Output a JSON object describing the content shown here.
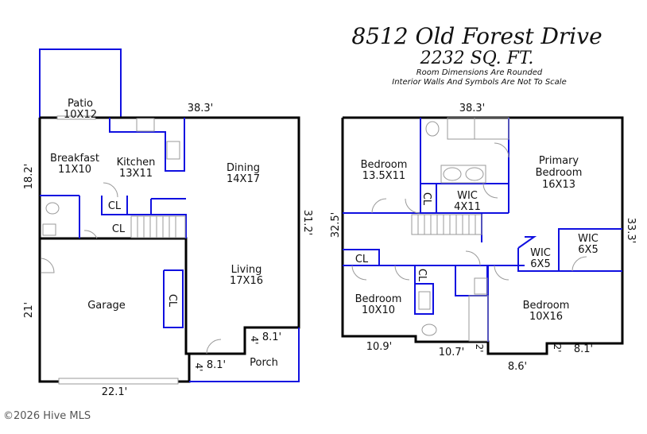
{
  "header": {
    "address": "8512 Old Forest Drive",
    "sqft": "2232 SQ. FT.",
    "note1": "Room Dimensions Are Rounded",
    "note2": "Interior Walls And Symbols Are Not To Scale"
  },
  "first_floor": {
    "rooms": [
      {
        "name": "Patio",
        "size": "10X12"
      },
      {
        "name": "Breakfast",
        "size": "11X10"
      },
      {
        "name": "Kitchen",
        "size": "13X11"
      },
      {
        "name": "Dining",
        "size": "14X17"
      },
      {
        "name": "Living",
        "size": "17X16"
      },
      {
        "name": "Garage",
        "size": ""
      },
      {
        "name": "Porch",
        "size": ""
      }
    ],
    "closets": [
      "CL",
      "CL",
      "CL"
    ],
    "dims": {
      "top": "38.3'",
      "left_upper": "18.2'",
      "right": "31.2'",
      "left_lower": "21'",
      "bottom": "22.1'",
      "porch_w": "8.1'",
      "porch_d": "4'",
      "porch_w2": "8.1'",
      "porch_d2": "4'"
    }
  },
  "second_floor": {
    "rooms": [
      {
        "name": "Bedroom",
        "size": "13.5X11"
      },
      {
        "name": "Primary Bedroom",
        "size": "16X13"
      },
      {
        "name": "WIC",
        "size": "4X11"
      },
      {
        "name": "WIC",
        "size": "6X5"
      },
      {
        "name": "WIC",
        "size": "6X5"
      },
      {
        "name": "Bedroom",
        "size": "10X10"
      },
      {
        "name": "Bedroom",
        "size": "10X16"
      }
    ],
    "closets": [
      "CL",
      "CL",
      "CL"
    ],
    "dims": {
      "top": "38.3'",
      "left": "32.5'",
      "right": "33.3'",
      "b1": "10.9'",
      "b2": "10.7'",
      "b3": "2'",
      "b4": "8.6'",
      "b5": "2'",
      "b6": "8.1'"
    }
  },
  "watermark": "©2026 Hive MLS"
}
